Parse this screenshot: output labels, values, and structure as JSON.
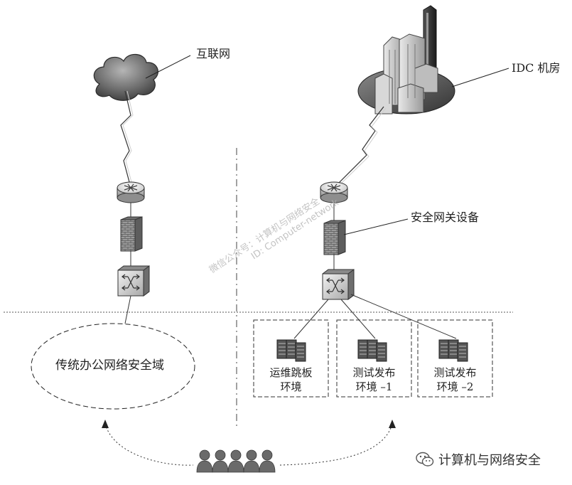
{
  "labels": {
    "internet": "互联网",
    "idc": "IDC 机房",
    "gateway": "安全网关设备",
    "office_domain": "传统办公网络安全域"
  },
  "environments": [
    {
      "line1": "运维跳板",
      "line2": "环境"
    },
    {
      "line1": "测试发布",
      "line2": "环境 –1"
    },
    {
      "line1": "测试发布",
      "line2": "环境 –2"
    }
  ],
  "watermark": {
    "line1": "微信公众号：计算机与网络安全",
    "line2": "ID: Computer-network"
  },
  "badge": {
    "text": "计算机与网络安全",
    "icon": "wechat-icon"
  },
  "icons": {
    "cloud": "cloud-icon",
    "router": "router-icon",
    "firewall": "firewall-icon",
    "switch": "switch-icon",
    "server": "server-rack-icon",
    "users": "users-icon",
    "buildings": "buildings-icon"
  }
}
